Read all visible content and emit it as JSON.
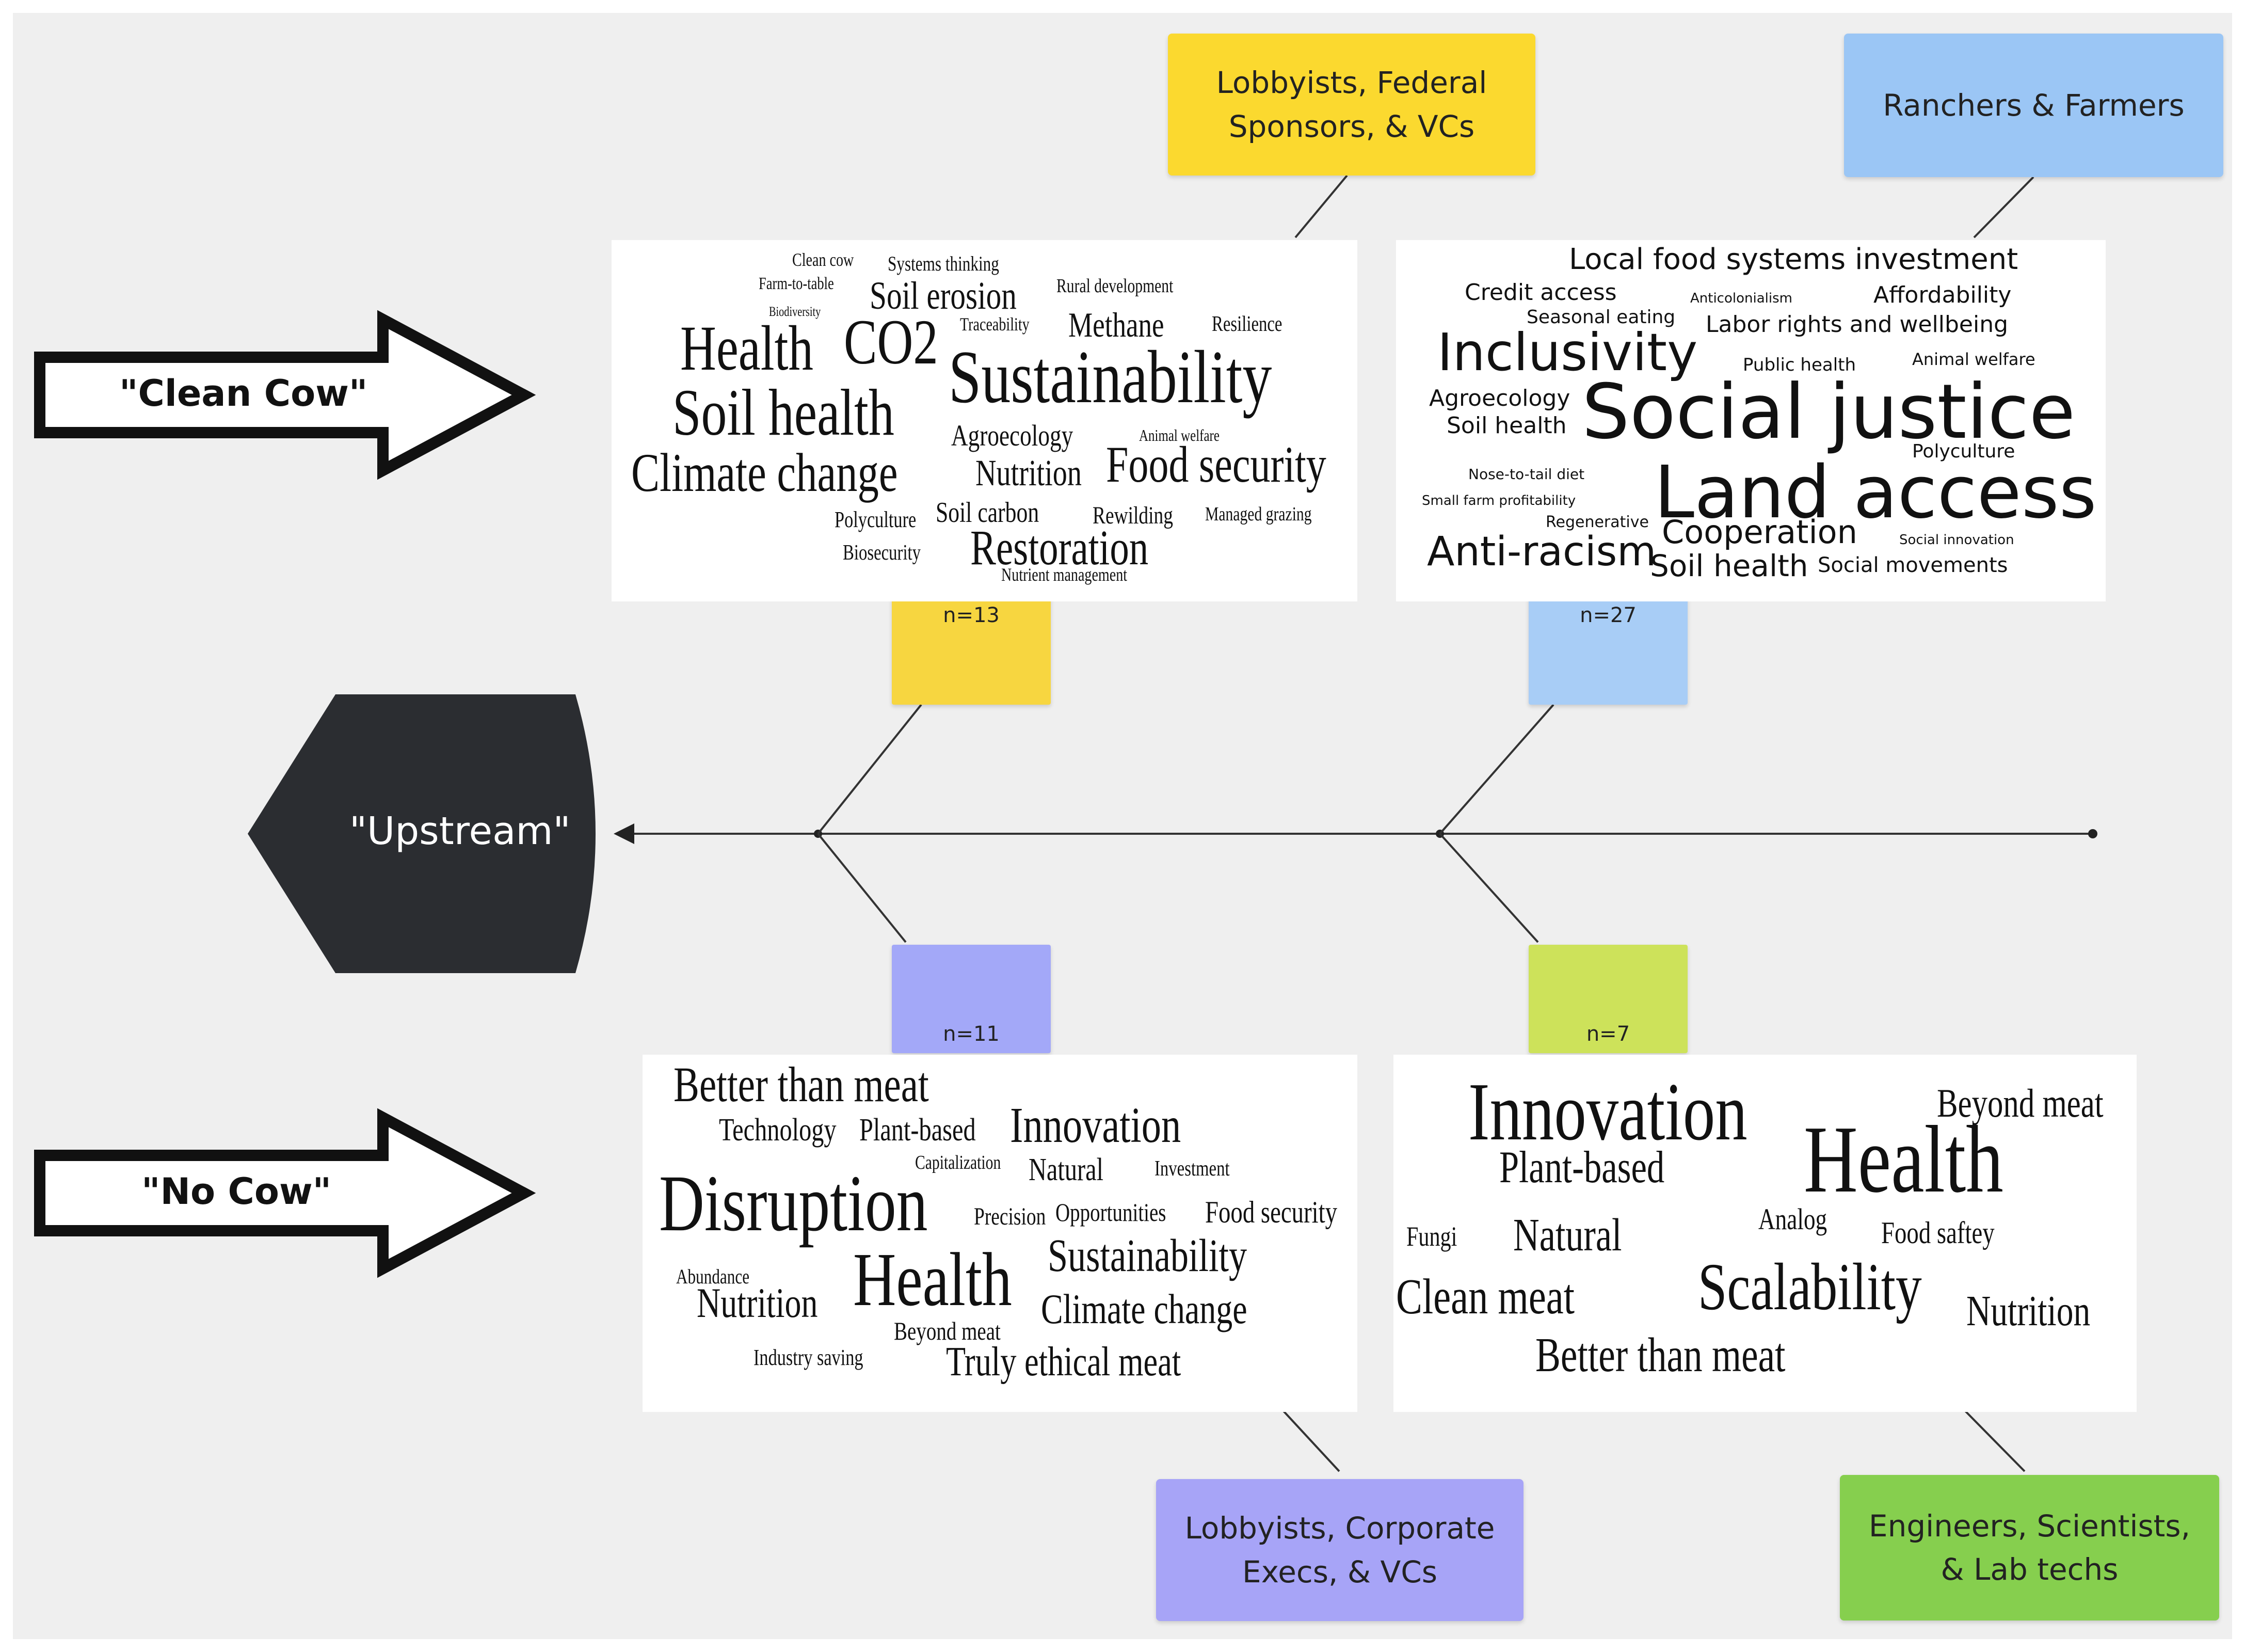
{
  "arrows": {
    "clean_cow": "\"Clean Cow\"",
    "no_cow": "\"No Cow\"",
    "upstream": "\"Upstream\""
  },
  "roles": {
    "lobbyists_federal": "Lobbyists, Federal Sponsors, & VCs",
    "ranchers": "Ranchers & Farmers",
    "lobbyists_corporate": "Lobbyists, Corporate Execs, & VCs",
    "engineers": "Engineers, Scientists, & Lab techs"
  },
  "counts": {
    "clean_cow_lobby": "n=13",
    "clean_cow_ranchers": "n=27",
    "no_cow_lobby": "n=11",
    "no_cow_engineers": "n=7"
  },
  "colors": {
    "yellow": "#fbd92f",
    "blue": "#9bc6f5",
    "purple": "#a7a4f7",
    "green": "#86cf4e",
    "lime": "#cde25a",
    "dark": "#2b2d31"
  },
  "clouds": {
    "cc_lobby": {
      "w01": "Clean cow",
      "w02": "Systems thinking",
      "w03": "Farm-to-table",
      "w04": "Soil erosion",
      "w05": "Rural development",
      "w06": "Biodiversity",
      "w07": "Traceability",
      "w08": "Methane",
      "w09": "Resilience",
      "w10": "Health",
      "w11": "CO2",
      "w12": "Sustainability",
      "w13": "Soil health",
      "w14": "Agroecology",
      "w15": "Animal welfare",
      "w16": "Climate change",
      "w17": "Nutrition",
      "w18": "Food security",
      "w19": "Polyculture",
      "w20": "Soil carbon",
      "w21": "Rewilding",
      "w22": "Managed grazing",
      "w23": "Biosecurity",
      "w24": "Restoration",
      "w25": "Nutrient management"
    },
    "cc_ranchers": {
      "w01": "Local food systems investment",
      "w02": "Credit access",
      "w03": "Anticolonialism",
      "w04": "Affordability",
      "w05": "Seasonal eating",
      "w06": "Labor rights and wellbeing",
      "w07": "Inclusivity",
      "w08": "Public health",
      "w09": "Animal welfare",
      "w10": "Agroecology",
      "w11": "Social justice",
      "w12": "Soil health",
      "w13": "Polyculture",
      "w14": "Nose-to-tail diet",
      "w15": "Land access",
      "w16": "Small farm profitability",
      "w17": "Regenerative",
      "w18": "Cooperation",
      "w19": "Social innovation",
      "w20": "Anti-racism",
      "w21": "Soil health",
      "w22": "Social movements"
    },
    "nc_lobby": {
      "w01": "Better than meat",
      "w02": "Technology",
      "w03": "Plant-based",
      "w04": "Innovation",
      "w05": "Capitalization",
      "w06": "Natural",
      "w07": "Investment",
      "w08": "Disruption",
      "w09": "Precision",
      "w10": "Opportunities",
      "w11": "Food security",
      "w12": "Sustainability",
      "w13": "Abundance",
      "w14": "Health",
      "w15": "Nutrition",
      "w16": "Climate change",
      "w17": "Beyond meat",
      "w18": "Industry saving",
      "w19": "Truly ethical meat"
    },
    "nc_engineers": {
      "w01": "Innovation",
      "w02": "Beyond meat",
      "w03": "Health",
      "w04": "Plant-based",
      "w05": "Analog",
      "w06": "Fungi",
      "w07": "Natural",
      "w08": "Food saftey",
      "w09": "Clean meat",
      "w10": "Scalability",
      "w11": "Nutrition",
      "w12": "Better than meat"
    }
  }
}
